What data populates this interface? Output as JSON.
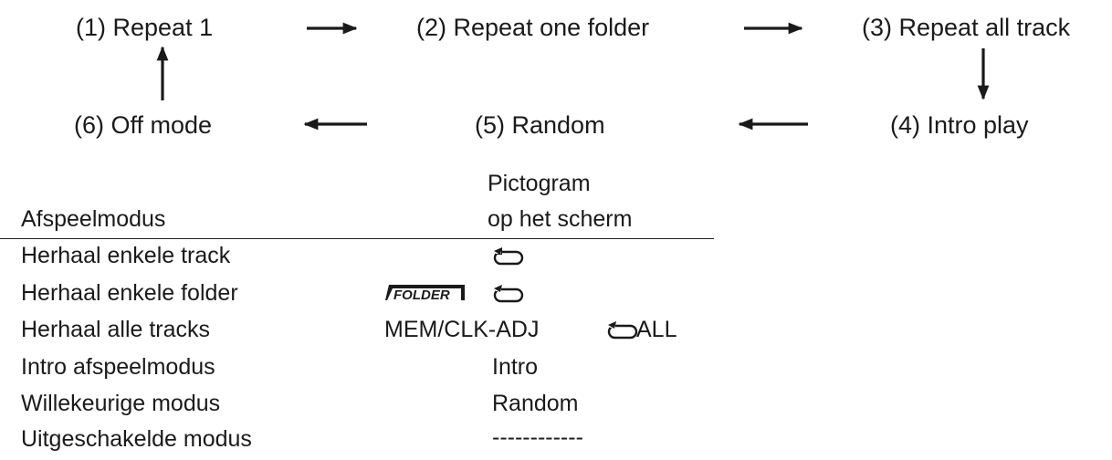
{
  "flow": {
    "steps": [
      {
        "id": "s1",
        "label": "(1) Repeat 1"
      },
      {
        "id": "s2",
        "label": "(2) Repeat one folder"
      },
      {
        "id": "s3",
        "label": "(3) Repeat all track"
      },
      {
        "id": "s4",
        "label": "(4) Intro play"
      },
      {
        "id": "s5",
        "label": "(5) Random"
      },
      {
        "id": "s6",
        "label": "(6) Off mode"
      }
    ],
    "edges": [
      [
        "s1",
        "s2"
      ],
      [
        "s2",
        "s3"
      ],
      [
        "s3",
        "s4"
      ],
      [
        "s4",
        "s5"
      ],
      [
        "s5",
        "s6"
      ],
      [
        "s6",
        "s1"
      ]
    ]
  },
  "table": {
    "header_mode": "Afspeelmodus",
    "header_icon_line1": "Pictogram",
    "header_icon_line2": "op het scherm",
    "rows": [
      {
        "mode": "Herhaal enkele track",
        "icon": "repeat-icon",
        "indicator": ""
      },
      {
        "mode": "Herhaal enkele folder",
        "badge": "FOLDER",
        "icon": "repeat-icon",
        "indicator": ""
      },
      {
        "mode": "Herhaal alle tracks",
        "key": "MEM/CLK-ADJ",
        "icon": "repeat-icon",
        "indicator": "ALL"
      },
      {
        "mode": "Intro afspeelmodus",
        "indicator": "Intro"
      },
      {
        "mode": "Willekeurige modus",
        "indicator": "Random"
      },
      {
        "mode": "Uitgeschakelde modus",
        "indicator": "------------"
      }
    ]
  }
}
